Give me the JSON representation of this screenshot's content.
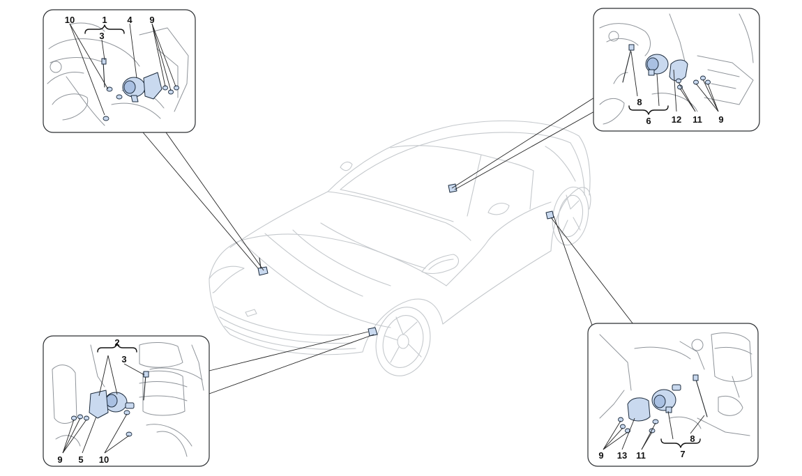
{
  "diagram": {
    "callouts": {
      "top_left": [
        "10",
        "1",
        "3",
        "4",
        "9"
      ],
      "top_right": [
        "8",
        "6",
        "12",
        "11",
        "9"
      ],
      "bottom_left": [
        "2",
        "3",
        "9",
        "5",
        "10"
      ],
      "bottom_right": [
        "8",
        "7",
        "9",
        "13",
        "11"
      ]
    },
    "colors": {
      "part_fill": "#c9d9ef",
      "part_stroke": "#1b2a3c",
      "car_outline": "#c4c8cc",
      "panel_border": "#2a2d30"
    }
  }
}
